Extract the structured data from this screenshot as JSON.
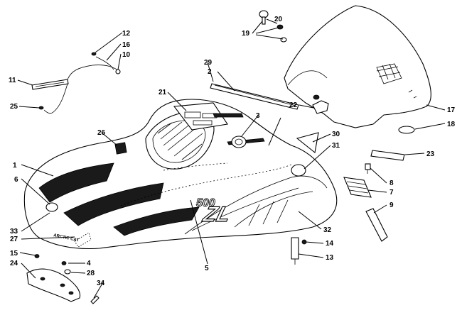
{
  "diagram": {
    "callouts": [
      {
        "id": "c1",
        "text": "1"
      },
      {
        "id": "c2",
        "text": "2"
      },
      {
        "id": "c3",
        "text": "3"
      },
      {
        "id": "c4",
        "text": "4"
      },
      {
        "id": "c5",
        "text": "5"
      },
      {
        "id": "c6",
        "text": "6"
      },
      {
        "id": "c7",
        "text": "7"
      },
      {
        "id": "c8",
        "text": "8"
      },
      {
        "id": "c9",
        "text": "9"
      },
      {
        "id": "c10",
        "text": "10"
      },
      {
        "id": "c11",
        "text": "11"
      },
      {
        "id": "c12",
        "text": "12"
      },
      {
        "id": "c13",
        "text": "13"
      },
      {
        "id": "c14",
        "text": "14"
      },
      {
        "id": "c15",
        "text": "15"
      },
      {
        "id": "c16",
        "text": "16"
      },
      {
        "id": "c17",
        "text": "17"
      },
      {
        "id": "c18",
        "text": "18"
      },
      {
        "id": "c19",
        "text": "19"
      },
      {
        "id": "c20",
        "text": "20"
      },
      {
        "id": "c21",
        "text": "21"
      },
      {
        "id": "c22",
        "text": "22"
      },
      {
        "id": "c23",
        "text": "23"
      },
      {
        "id": "c24",
        "text": "24"
      },
      {
        "id": "c25",
        "text": "25"
      },
      {
        "id": "c26",
        "text": "26"
      },
      {
        "id": "c27",
        "text": "27"
      },
      {
        "id": "c28",
        "text": "28"
      },
      {
        "id": "c29",
        "text": "29"
      },
      {
        "id": "c30",
        "text": "30"
      },
      {
        "id": "c31",
        "text": "31"
      },
      {
        "id": "c32",
        "text": "32"
      },
      {
        "id": "c33",
        "text": "33"
      },
      {
        "id": "c34",
        "text": "34"
      }
    ],
    "decal_text": {
      "model_badge": "ZL",
      "side_badge": "500",
      "brand_text": "ARCTIC CAT"
    }
  }
}
